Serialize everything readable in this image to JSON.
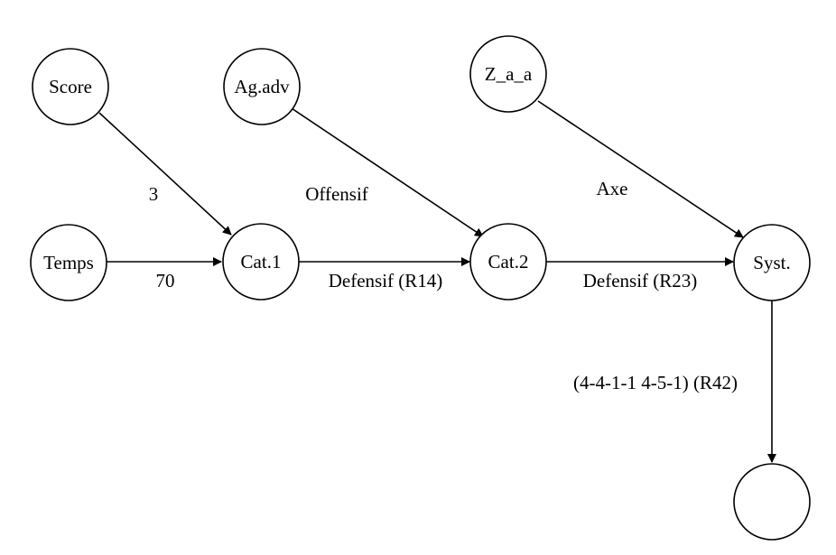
{
  "diagram": {
    "nodes": {
      "score": "Score",
      "ag_adv": "Ag.adv",
      "z_a_a": "Z_a_a",
      "temps": "Temps",
      "cat1": "Cat.1",
      "cat2": "Cat.2",
      "syst": "Syst.",
      "output": ""
    },
    "edges": {
      "score_cat1": "3",
      "ag_adv_cat2": "Offensif",
      "z_a_a_syst": "Axe",
      "temps_cat1": "70",
      "cat1_cat2": "Defensif (R14)",
      "cat2_syst": "Defensif (R23)",
      "syst_output": "(4-4-1-1 4-5-1) (R42)"
    }
  }
}
